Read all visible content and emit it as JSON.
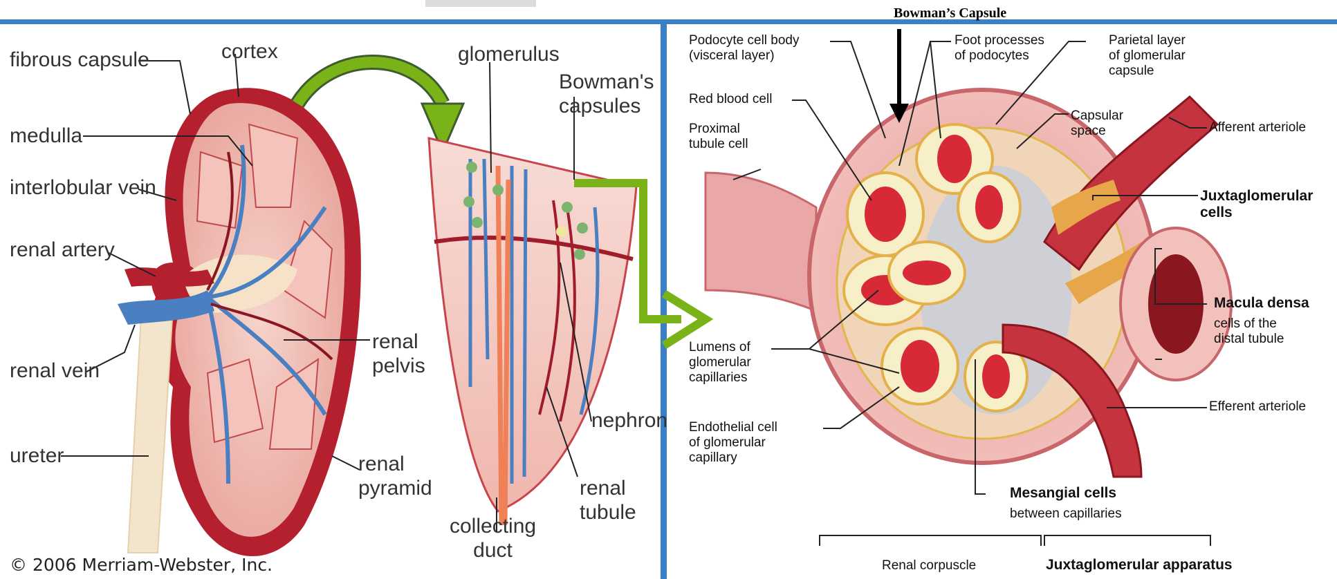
{
  "colors": {
    "frame_blue": "#3b7fc4",
    "green_arrow": "#7ab317",
    "kidney_red": "#b5202e",
    "vein_blue": "#4a7fc1",
    "tissue_pink": "#f2b8b4"
  },
  "left_panel": {
    "labels": {
      "fibrous_capsule": "fibrous capsule",
      "cortex": "cortex",
      "medulla": "medulla",
      "interlobular_vein": "interlobular vein",
      "renal_artery": "renal artery",
      "renal_vein": "renal vein",
      "ureter": "ureter",
      "renal_pelvis": "renal\npelvis",
      "renal_pyramid": "renal\npyramid",
      "glomerulus": "glomerulus",
      "bowmans_capsules": "Bowman's\ncapsules",
      "nephron": "nephron",
      "renal_tubule": "renal\ntubule",
      "collecting_duct": "collecting\nduct"
    },
    "copyright": "© 2006 Merriam-Webster, Inc."
  },
  "right_panel": {
    "title": "Bowman’s Capsule",
    "labels": {
      "podocyte": "Podocyte cell body\n(visceral layer)",
      "foot_processes": "Foot processes\nof podocytes",
      "parietal_layer": "Parietal layer\nof glomerular\ncapsule",
      "red_blood_cell": "Red blood cell",
      "capsular_space": "Capsular\nspace",
      "afferent": "Afferent arteriole",
      "proximal_tubule": "Proximal\ntubule cell",
      "juxtaglomerular_cells": "Juxtaglomerular\ncells",
      "macula_densa": "Macula densa",
      "macula_sub": "cells of the\ndistal tubule",
      "lumens": "Lumens of\nglomerular\ncapillaries",
      "efferent": "Efferent arteriole",
      "endothelial": "Endothelial cell\nof glomerular\ncapillary",
      "mesangial": "Mesangial cells",
      "mesangial_sub": "between capillaries",
      "renal_corpuscle": "Renal corpuscle",
      "jg_apparatus": "Juxtaglomerular apparatus"
    }
  }
}
